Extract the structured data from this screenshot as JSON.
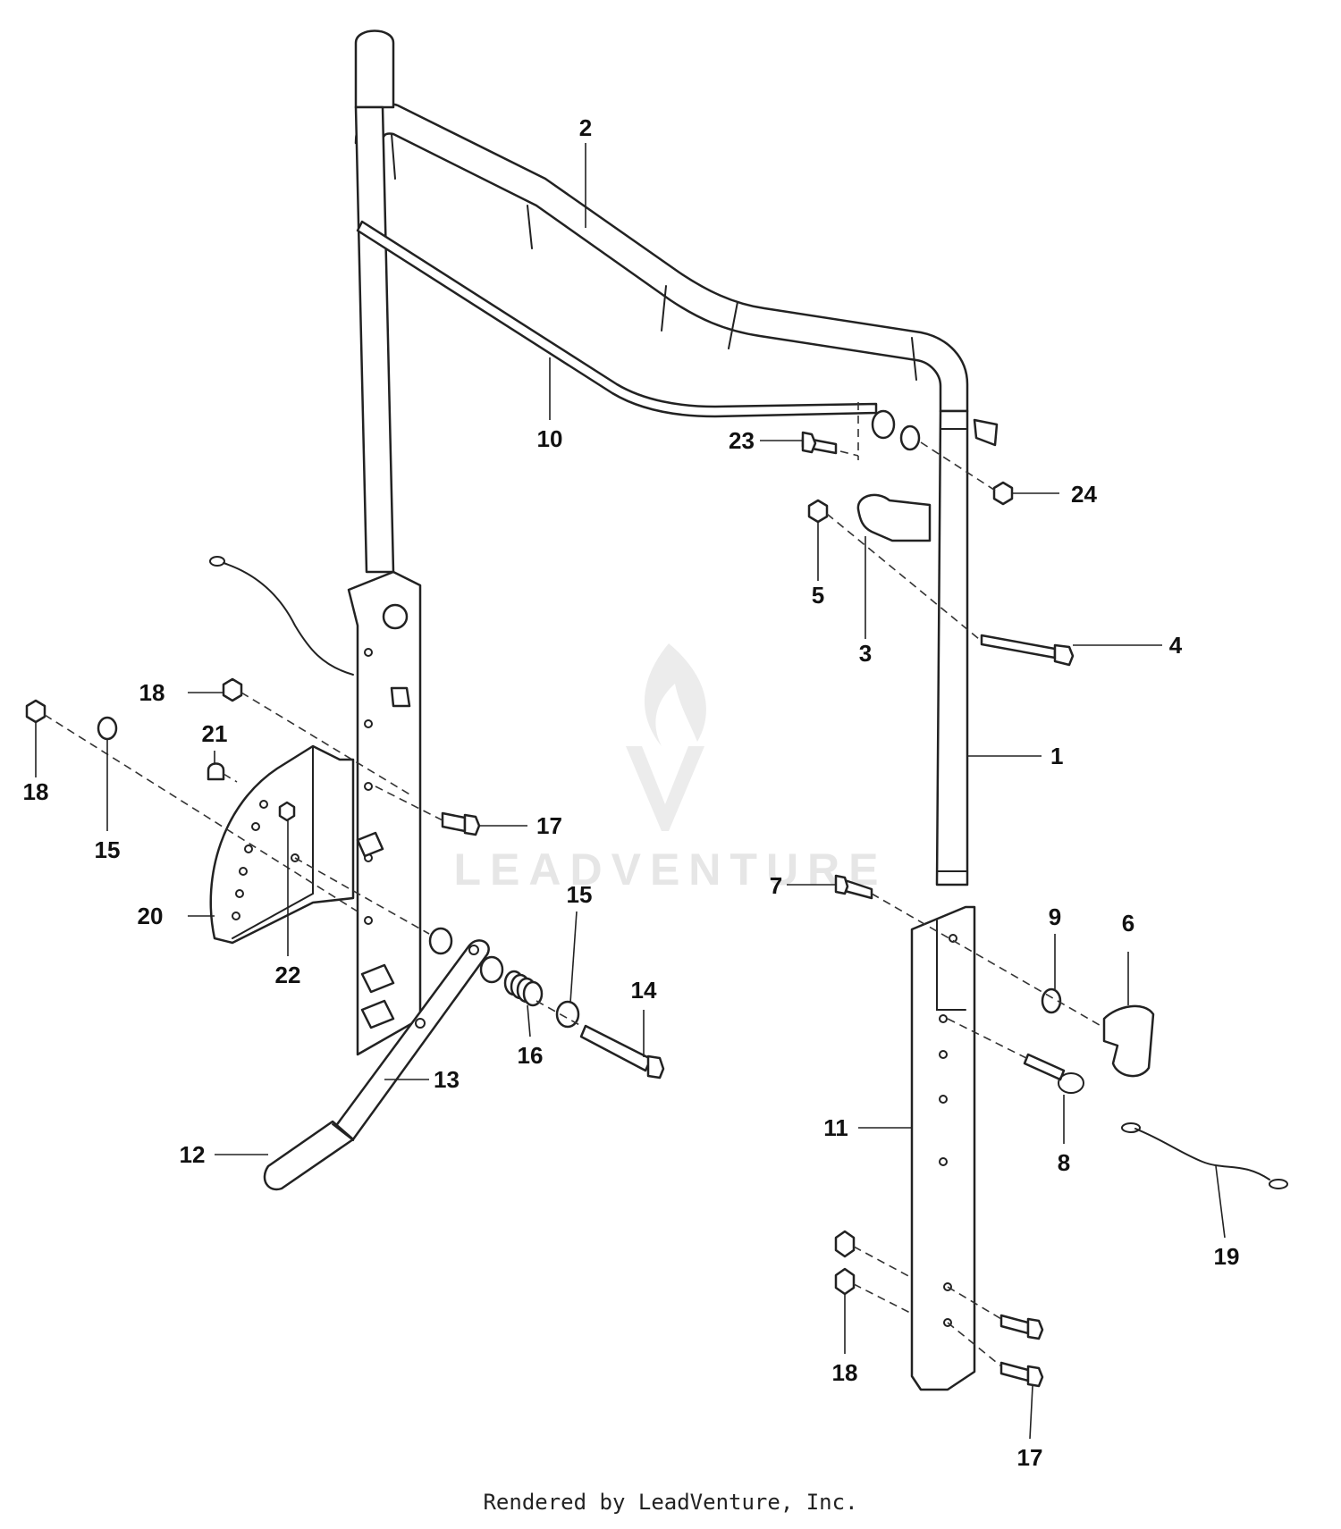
{
  "watermark": {
    "brand": "LEADVENTURE"
  },
  "footer": {
    "text": "Rendered by LeadVenture, Inc."
  },
  "callouts": {
    "c1": "1",
    "c2": "2",
    "c3": "3",
    "c4": "4",
    "c5": "5",
    "c6": "6",
    "c7": "7",
    "c8": "8",
    "c9": "9",
    "c10": "10",
    "c11": "11",
    "c12": "12",
    "c13": "13",
    "c14": "14",
    "c15a": "15",
    "c15b": "15",
    "c16": "16",
    "c17a": "17",
    "c17b": "17",
    "c18a": "18",
    "c18b": "18",
    "c18c": "18",
    "c19": "19",
    "c20": "20",
    "c21": "21",
    "c22": "22",
    "c23": "23",
    "c24": "24"
  }
}
